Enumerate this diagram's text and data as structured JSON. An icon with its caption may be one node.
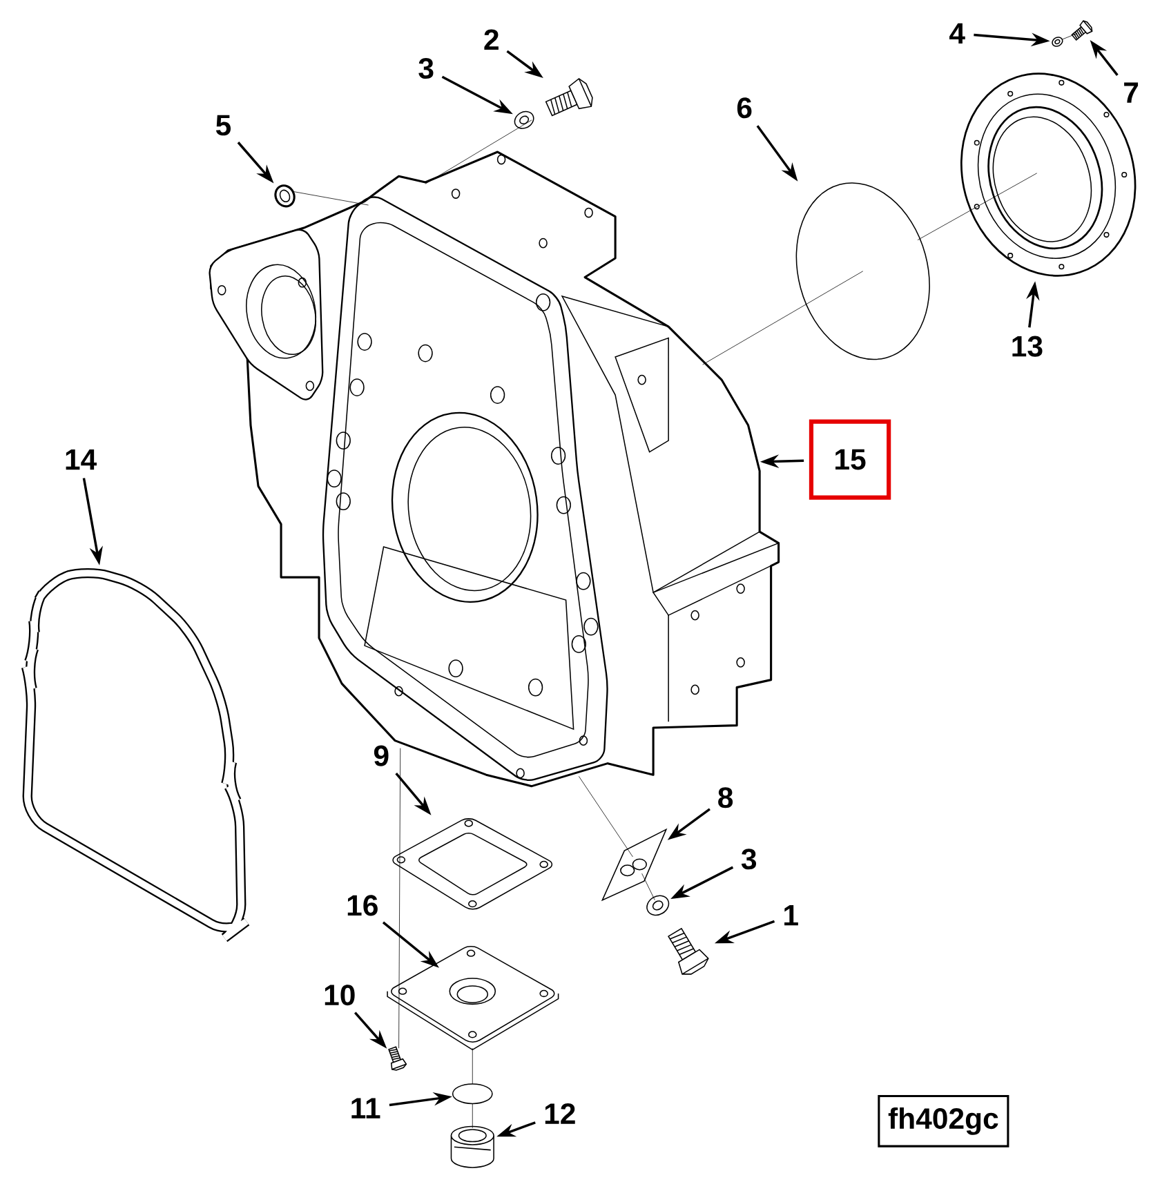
{
  "diagram": {
    "nodes": [
      {
        "text": [
          "2"
        ]
      },
      {
        "text": [],
        "shape": "picture"
      },
      {
        "text": [
          "3"
        ]
      },
      {
        "text": [],
        "shape": "picture"
      },
      {
        "text": [
          "5"
        ]
      },
      {
        "text": [],
        "shape": "picture"
      },
      {
        "text": [
          "6"
        ]
      },
      {
        "text": [],
        "shape": "circle"
      },
      {
        "text": [
          "4"
        ]
      },
      {
        "text": [],
        "shape": "picture"
      },
      {
        "text": [
          "7"
        ]
      },
      {
        "text": [],
        "shape": "picture"
      },
      {
        "text": [
          "13"
        ]
      },
      {
        "text": [],
        "shape": "picture"
      },
      {
        "text": [
          "15"
        ]
      },
      {
        "text": [],
        "shape": "picture"
      },
      {
        "text": [
          "14"
        ]
      },
      {
        "text": [],
        "shape": "picture"
      },
      {
        "text": [
          "9"
        ]
      },
      {
        "text": [],
        "shape": "picture"
      },
      {
        "text": [
          "8"
        ]
      },
      {
        "text": [],
        "shape": "picture"
      },
      {
        "text": [
          "3"
        ]
      },
      {
        "text": [],
        "shape": "picture"
      },
      {
        "text": [
          "1"
        ]
      },
      {
        "text": [],
        "shape": "picture"
      },
      {
        "text": [
          "16"
        ]
      },
      {
        "text": [],
        "shape": "picture"
      },
      {
        "text": [
          "10"
        ]
      },
      {
        "text": [],
        "shape": "picture"
      },
      {
        "text": [
          "11"
        ]
      },
      {
        "text": [],
        "shape": "circle"
      },
      {
        "text": [
          "12"
        ]
      },
      {
        "text": [],
        "shape": "picture"
      },
      {
        "text": [
          "fh402gc"
        ]
      }
    ],
    "edges": [
      {
        "from": 0,
        "to": 1,
        "arrow": "to"
      },
      {
        "from": 2,
        "to": 3,
        "arrow": "to"
      },
      {
        "from": 4,
        "to": 5,
        "arrow": "to"
      },
      {
        "from": 6,
        "to": 7,
        "arrow": "to"
      },
      {
        "from": 8,
        "to": 9,
        "arrow": "to"
      },
      {
        "from": 10,
        "to": 11,
        "arrow": "to"
      },
      {
        "from": 12,
        "to": 13,
        "arrow": "to"
      },
      {
        "from": 14,
        "to": 15,
        "arrow": "to"
      },
      {
        "from": 16,
        "to": 17,
        "arrow": "to"
      },
      {
        "from": 18,
        "to": 19,
        "arrow": "to"
      },
      {
        "from": 20,
        "to": 21,
        "arrow": "to"
      },
      {
        "from": 22,
        "to": 23,
        "arrow": "to"
      },
      {
        "from": 24,
        "to": 25,
        "arrow": "to"
      },
      {
        "from": 26,
        "to": 27,
        "arrow": "to"
      },
      {
        "from": 28,
        "to": 29,
        "arrow": "to"
      },
      {
        "from": 30,
        "to": 31,
        "arrow": "to"
      },
      {
        "from": 32,
        "to": 33,
        "arrow": "to"
      },
      {
        "from": 3,
        "to": 15,
        "arrow": "none"
      },
      {
        "from": 5,
        "to": 15,
        "arrow": "none"
      },
      {
        "from": 13,
        "to": 7,
        "arrow": "none"
      },
      {
        "from": 7,
        "to": 15,
        "arrow": "none"
      },
      {
        "from": 9,
        "to": 11,
        "arrow": "none"
      },
      {
        "from": 15,
        "to": 21,
        "arrow": "none"
      },
      {
        "from": 21,
        "to": 23,
        "arrow": "none"
      },
      {
        "from": 15,
        "to": 29,
        "arrow": "none"
      },
      {
        "from": 27,
        "to": 31,
        "arrow": "none"
      },
      {
        "from": 31,
        "to": 33,
        "arrow": "none"
      }
    ]
  }
}
